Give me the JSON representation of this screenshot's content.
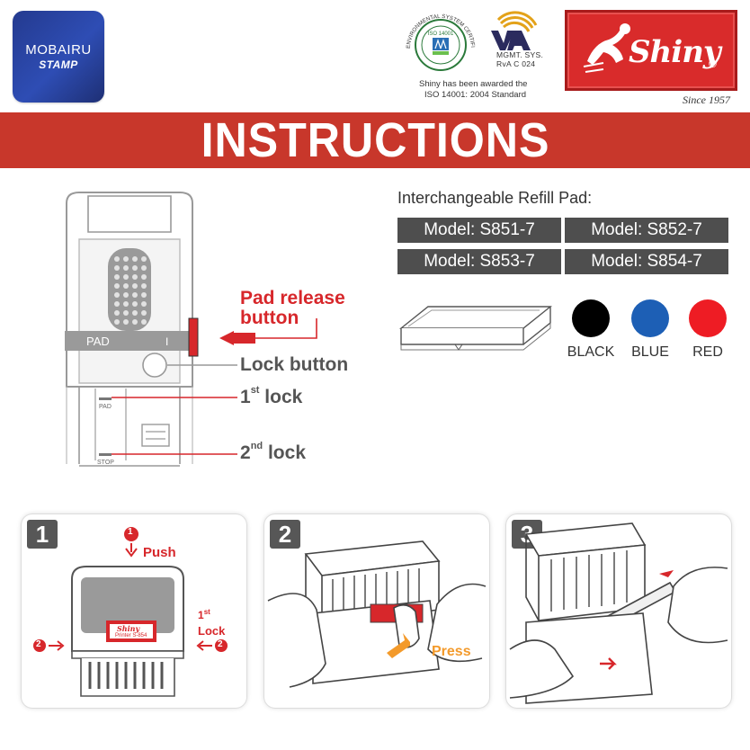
{
  "header": {
    "logo_line1": "MOBAIRU",
    "logo_line2": "STAMP",
    "cert_ring_text": "ENVIRONMENTAL SYSTEM CERTIFICATION",
    "cert_iso": "ISO 14001",
    "mgmt_line1": "MGMT. SYS.",
    "mgmt_line2": "RvA C 024",
    "cert_caption_line1": "Shiny has been awarded the",
    "cert_caption_line2": "ISO 14001: 2004 Standard",
    "brand": "Shiny",
    "brand_mark": "®",
    "since": "Since 1957"
  },
  "banner": {
    "title": "INSTRUCTIONS"
  },
  "diagram": {
    "pad_label": "PAD",
    "slot_mark": "I",
    "side_pad": "PAD",
    "side_stop": "STOP",
    "pad_release_line1": "Pad release",
    "pad_release_line2": "button",
    "lock_button": "Lock button",
    "first_lock_num": "1",
    "first_lock_sup": "st",
    "first_lock_word": " lock",
    "second_lock_num": "2",
    "second_lock_sup": "nd",
    "second_lock_word": " lock"
  },
  "refill": {
    "title": "Interchangeable Refill Pad:",
    "models": [
      "Model: S851-7",
      "Model: S852-7",
      "Model: S853-7",
      "Model: S854-7"
    ],
    "colors": [
      {
        "name": "BLACK",
        "hex": "#000000"
      },
      {
        "name": "BLUE",
        "hex": "#1d5fb5"
      },
      {
        "name": "RED",
        "hex": "#ee1c24"
      }
    ]
  },
  "steps": [
    {
      "number": "1",
      "push_num": "1",
      "push": "Push",
      "side_num": "2",
      "lock_num": "1",
      "lock_sup": "st",
      "lock_word": "Lock",
      "plate_brand": "Shiny",
      "plate_model": "Printer S-854"
    },
    {
      "number": "2",
      "press": "Press"
    },
    {
      "number": "3"
    }
  ],
  "colors": {
    "banner": "#c8372b",
    "accent_red": "#d7272b",
    "model_bg": "#4e4e4e",
    "logo_blue": "#2e4db4"
  }
}
